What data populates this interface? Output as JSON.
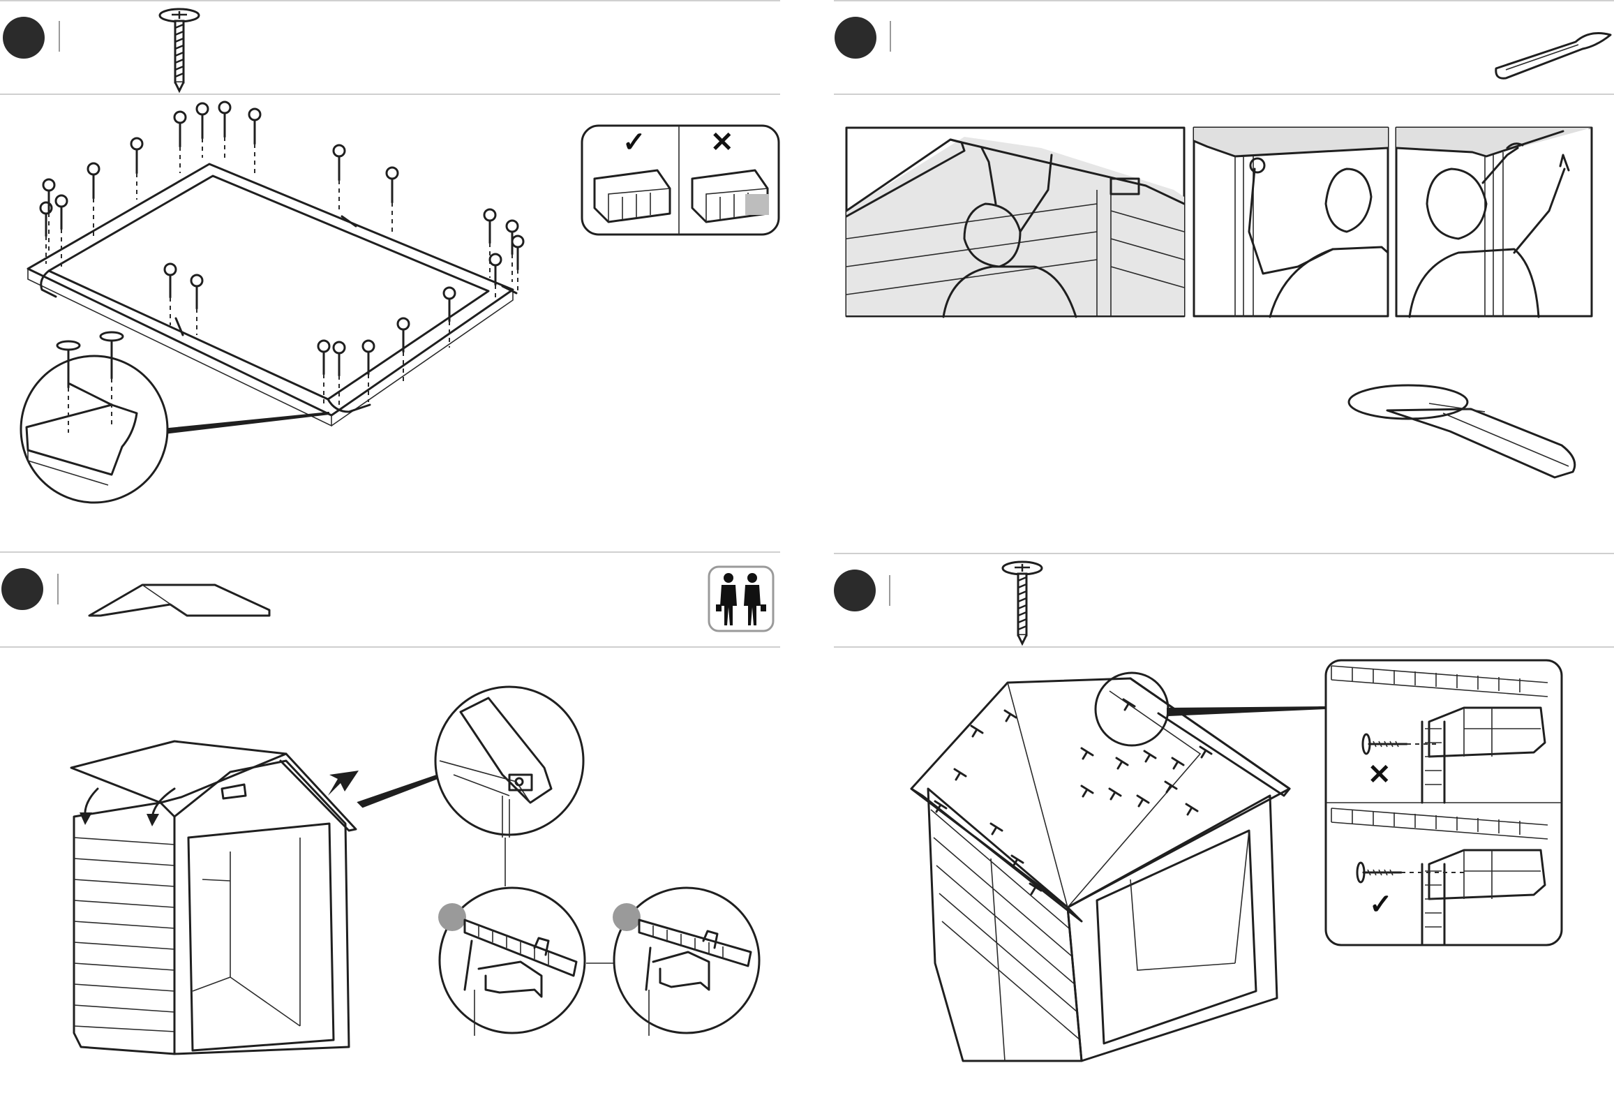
{
  "marks": {
    "correct": "✓",
    "incorrect": "✕"
  },
  "steps": [
    {
      "id": "frame-screws",
      "tools": [
        "screw-icon"
      ]
    },
    {
      "id": "roof-trim-press",
      "tools": [
        "roof-tool-icon"
      ]
    },
    {
      "id": "roof-panel-place",
      "tools": [
        "roof-panel-icon",
        "two-people-icon"
      ]
    },
    {
      "id": "roof-screws",
      "tools": [
        "screw-icon"
      ]
    }
  ],
  "colors": {
    "ink": "#1f1f1f",
    "step_dot": "#2b2b2b",
    "divider": "#cfcfcf",
    "panel_grey": "#d9d9d9"
  }
}
